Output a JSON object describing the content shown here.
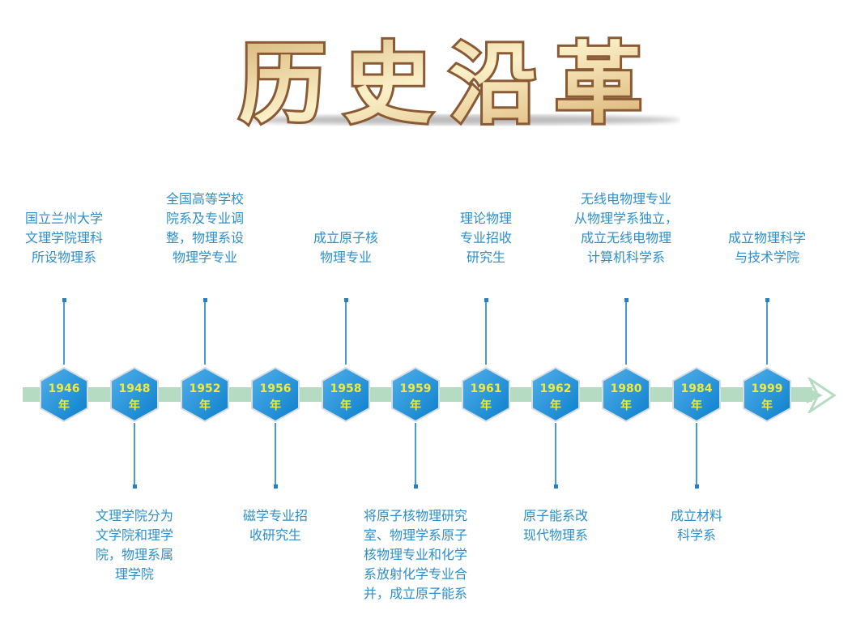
{
  "title": "历史沿革",
  "colors": {
    "hex": "#1a8fd6",
    "bar": "#b5dcc2",
    "text": "#2c8fcb",
    "year": "#f2ea3a",
    "title_fill": "#e8cf98",
    "title_stroke": "#8a5a34"
  },
  "year_suffix": "年",
  "events": [
    {
      "year": "1946",
      "side": "top",
      "lines": [
        "国立兰州大学",
        "文理学院理科",
        "所设物理系"
      ]
    },
    {
      "year": "1948",
      "side": "bottom",
      "lines": [
        "文理学院分为",
        "文学院和理学",
        "院，物理系属",
        "理学院"
      ]
    },
    {
      "year": "1952",
      "side": "top",
      "lines": [
        "全国高等学校",
        "院系及专业调",
        "整，物理系设",
        "物理学专业"
      ]
    },
    {
      "year": "1956",
      "side": "bottom",
      "lines": [
        "磁学专业招",
        "收研究生"
      ]
    },
    {
      "year": "1958",
      "side": "top",
      "lines": [
        "成立原子核",
        "物理专业"
      ]
    },
    {
      "year": "1959",
      "side": "bottom",
      "lines": [
        "将原子核物理研究",
        "室、物理学系原子",
        "核物理专业和化学",
        "系放射化学专业合",
        "并，成立原子能系"
      ]
    },
    {
      "year": "1961",
      "side": "top",
      "lines": [
        "理论物理",
        "专业招收",
        "研究生"
      ]
    },
    {
      "year": "1962",
      "side": "bottom",
      "lines": [
        "原子能系改",
        "现代物理系"
      ]
    },
    {
      "year": "1980",
      "side": "top",
      "lines": [
        "无线电物理专业",
        "从物理学系独立，",
        "成立无线电物理",
        "计算机科学系"
      ]
    },
    {
      "year": "1984",
      "side": "bottom",
      "lines": [
        "成立材料",
        "科学系"
      ]
    },
    {
      "year": "1999",
      "side": "top",
      "lines": [
        "成立物理科学",
        "与技术学院"
      ]
    }
  ]
}
